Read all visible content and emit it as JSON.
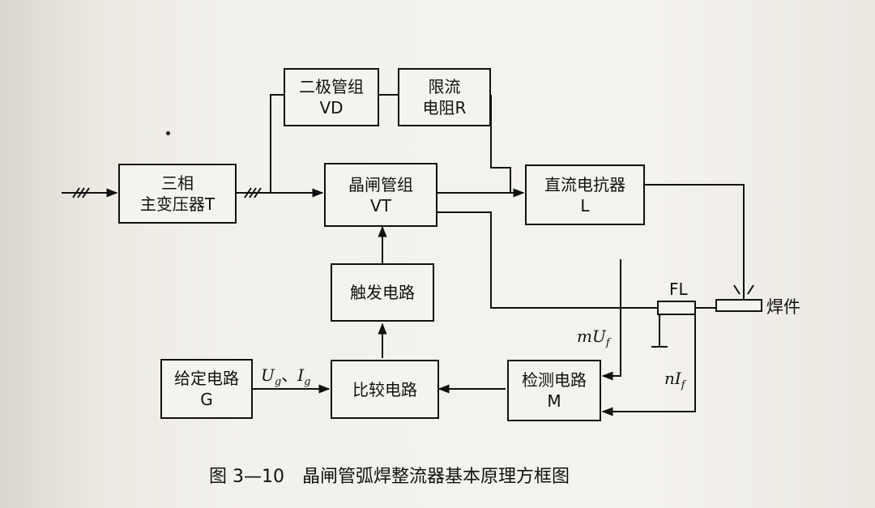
{
  "blocks": {
    "transformer": {
      "line1": "三相",
      "line2": "主变压器T"
    },
    "diode_group": {
      "line1": "二极管组",
      "line2": "VD"
    },
    "resistor": {
      "line1": "限流",
      "line2": "电阻R"
    },
    "thyristor": {
      "line1": "晶闸管组",
      "line2": "VT"
    },
    "reactor": {
      "line1": "直流电抗器",
      "line2": "L"
    },
    "trigger": {
      "line1": "触发电路"
    },
    "setpoint": {
      "line1": "给定电路",
      "line2": "G"
    },
    "comparator": {
      "line1": "比较电路"
    },
    "detector": {
      "line1": "检测电路",
      "line2": "M"
    }
  },
  "labels": {
    "shunt": "FL",
    "workpiece": "焊件",
    "voltage_fb": "mU",
    "voltage_sub": "f",
    "current_fb": "nI",
    "current_sub": "f",
    "given_u": "U",
    "given_u_sub": "g",
    "sep": "、",
    "given_i": "I",
    "given_i_sub": "g"
  },
  "caption": "图 3—10　晶闸管弧焊整流器基本原理方框图"
}
